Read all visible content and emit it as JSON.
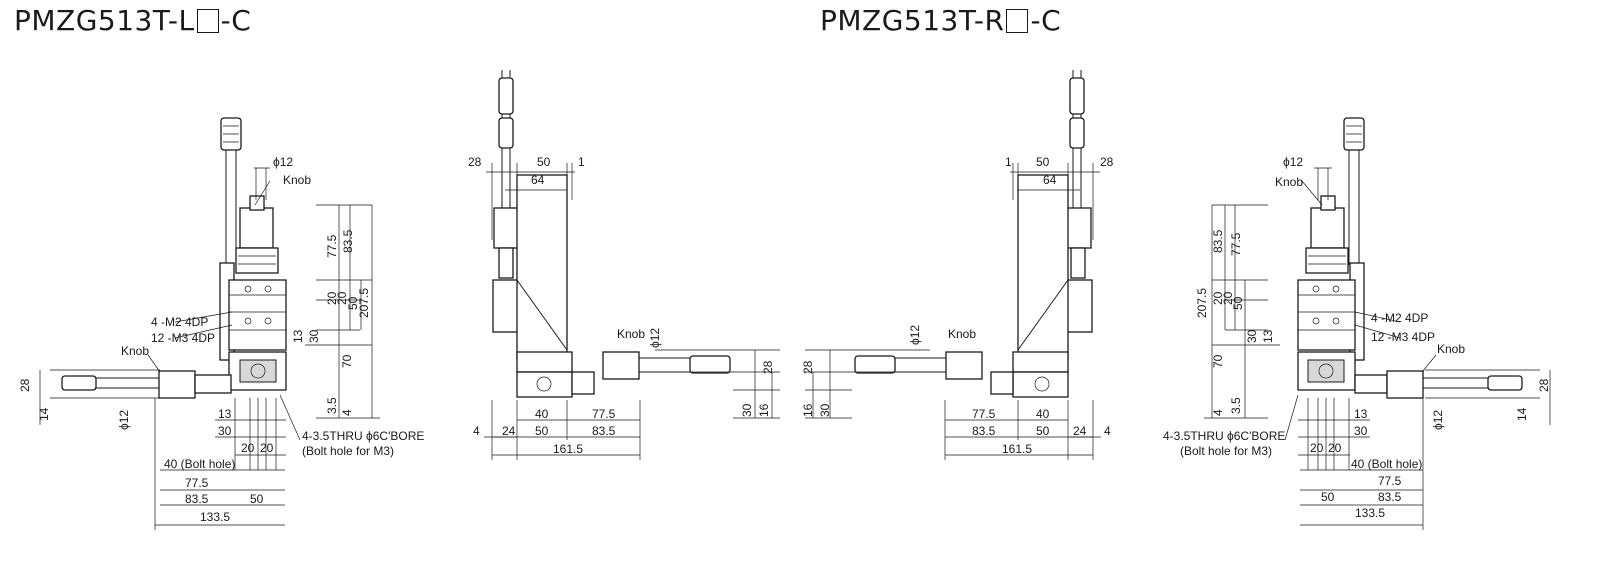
{
  "titles": {
    "left": {
      "prefix": "PMZG513T-L",
      "suffix": "-C"
    },
    "right": {
      "prefix": "PMZG513T-R",
      "suffix": "-C"
    }
  },
  "left_top_view": {
    "phi12": "ϕ12",
    "knob": "Knob",
    "knob2": "Knob",
    "d77_5": "77.5",
    "d83_5": "83.5",
    "d20": "20",
    "d20b": "20",
    "d50": "50",
    "d207_5": "207.5",
    "m2": "4 -M2 4DP",
    "m3": "12 -M3 4DP",
    "d13": "13",
    "d30": "30",
    "d70": "70",
    "d28": "28",
    "d14": "14",
    "phi12b": "ϕ12",
    "d3_5": "3.5",
    "d4": "4",
    "d13b": "13",
    "d30b": "30",
    "bore": "4-3.5THRU ϕ6C'BORE",
    "bolt_m3": "(Bolt hole for M3)",
    "d20c": "20",
    "d20d": "20",
    "bolt40": "40 (Bolt hole)",
    "d77_5b": "77.5",
    "d83_5b": "83.5",
    "d50b": "50",
    "d133_5": "133.5"
  },
  "left_side_view": {
    "d28": "28",
    "d50": "50",
    "d1": "1",
    "d64": "64",
    "knob": "Knob",
    "phi12": "ϕ12",
    "d28b": "28",
    "d30": "30",
    "d16": "16",
    "d4": "4",
    "d24": "24",
    "d40": "40",
    "d77_5": "77.5",
    "d50b": "50",
    "d83_5": "83.5",
    "d161_5": "161.5"
  },
  "right_side_view": {
    "d1": "1",
    "d50": "50",
    "d28": "28",
    "d64": "64",
    "phi12": "ϕ12",
    "knob": "Knob",
    "d28b": "28",
    "d16": "16",
    "d30": "30",
    "d77_5": "77.5",
    "d40": "40",
    "d83_5": "83.5",
    "d50b": "50",
    "d24": "24",
    "d4": "4",
    "d161_5": "161.5"
  },
  "right_top_view": {
    "phi12": "ϕ12",
    "knob": "Knob",
    "knob2": "Knob",
    "d83_5": "83.5",
    "d77_5": "77.5",
    "d207_5": "207.5",
    "d20": "20",
    "d20b": "20",
    "d50": "50",
    "d30": "30",
    "d13": "13",
    "m2": "4 -M2 4DP",
    "m3": "12 -M3 4DP",
    "d70": "70",
    "d28": "28",
    "d14": "14",
    "phi12b": "ϕ12",
    "d4": "4",
    "d3_5": "3.5",
    "d13b": "13",
    "d30b": "30",
    "bore": "4-3.5THRU ϕ6C'BORE",
    "bolt_m3": "(Bolt hole for M3)",
    "d20c": "20",
    "d20d": "20",
    "bolt40": "40 (Bolt hole)",
    "d77_5b": "77.5",
    "d50b": "50",
    "d83_5b": "83.5",
    "d133_5": "133.5"
  }
}
